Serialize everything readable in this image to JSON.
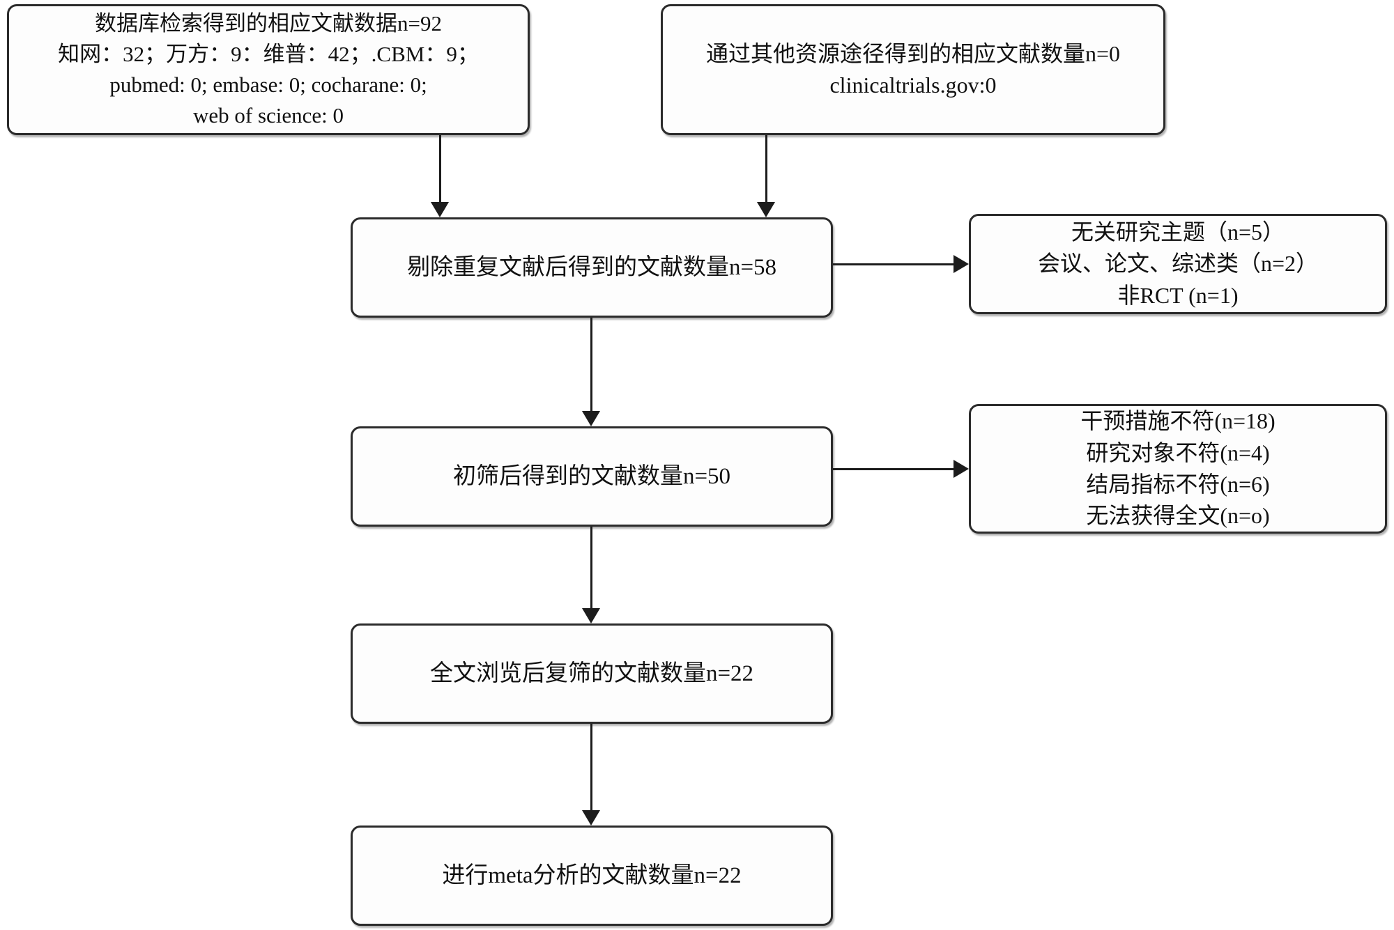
{
  "diagram": {
    "type": "prisma-flow-diagram",
    "nodes": {
      "db_search": {
        "label": "数据库检索得到的相应文献数据n=92\n知网：32；万方：9：维普：42；.CBM：9；\npubmed: 0; embase: 0; cocharane: 0;\nweb of science: 0"
      },
      "other_sources": {
        "label": "通过其他资源途径得到的相应文献数量n=0\nclinicaltrials.gov:0"
      },
      "after_dedup": {
        "label": "剔除重复文献后得到的文献数量n=58"
      },
      "excluded_1": {
        "label": "无关研究主题（n=5）\n会议、论文、综述类（n=2）\n非RCT (n=1)"
      },
      "after_screening": {
        "label": "初筛后得到的文献数量n=50"
      },
      "excluded_2": {
        "label": "干预措施不符(n=18)\n研究对象不符(n=4)\n结局指标不符(n=6)\n无法获得全文(n=o)"
      },
      "after_fulltext": {
        "label": "全文浏览后复筛的文献数量n=22"
      },
      "included_meta": {
        "label": "进行meta分析的文献数量n=22"
      }
    },
    "colors": {
      "border": "#2b2b2b",
      "line": "#1c1c1c",
      "fill": "#fdfdfd",
      "text": "#111111"
    }
  }
}
